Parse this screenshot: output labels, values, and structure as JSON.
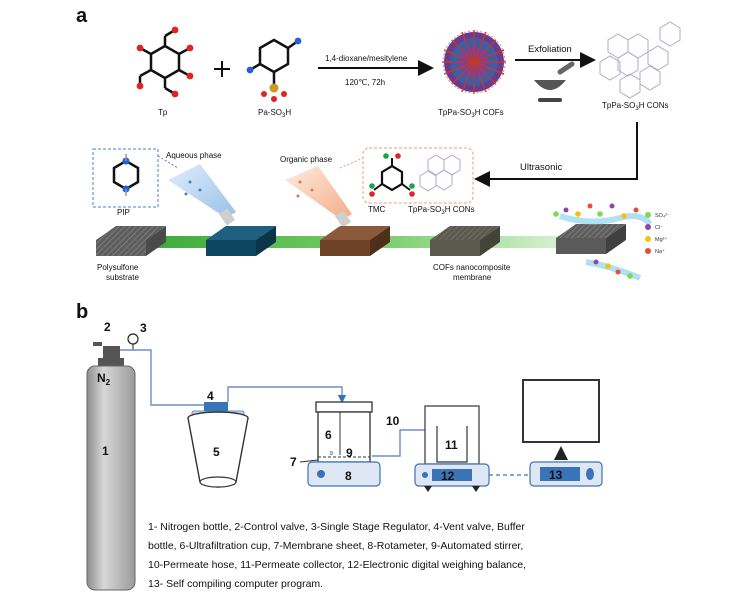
{
  "panels": {
    "a": "a",
    "b": "b"
  },
  "synthesis": {
    "tp": "Tp",
    "pa": "Pa-SO",
    "pa_sub": "3",
    "pa_tail": "H",
    "reaction_conditions_top": "1,4-dioxane/mesitylene",
    "reaction_conditions_bottom": "120℃, 72h",
    "cof": "TpPa-SO",
    "cof_sub": "3",
    "cof_tail": "H COFs",
    "exfoliation": "Exfoliation",
    "cons": "TpPa-SO",
    "cons_sub": "3",
    "cons_tail": "H CONs",
    "ultrasonic": "Ultrasonic"
  },
  "membrane_fabrication": {
    "aqueous_phase": "Aqueous phase",
    "organic_phase": "Organic phase",
    "pip": "PIP",
    "tmc": "TMC",
    "tmc_cons": "TpPa-SO",
    "tmc_cons_sub": "3",
    "tmc_cons_tail": "H CONs",
    "substrate_line1": "Polysulfone",
    "substrate_line2": "substrate",
    "membrane_line1": "COFs nanocomposite",
    "membrane_line2": "membrane",
    "ions": [
      "SO₄²⁻",
      "Cl⁻",
      "Mg²⁺",
      "Na⁺"
    ],
    "ion_colors": [
      "#7ed957",
      "#8e44ad",
      "#f4c20d",
      "#e74c3c"
    ]
  },
  "apparatus": {
    "numbers": [
      "1",
      "2",
      "3",
      "4",
      "5",
      "6",
      "7",
      "8",
      "9",
      "10",
      "11",
      "12",
      "13"
    ],
    "n2": "N",
    "n2_sub": "2",
    "stirrer_tag": "9"
  },
  "caption_lines": [
    "1- Nitrogen bottle, 2-Control valve, 3-Single Stage Regulator, 4-Vent valve, Buffer",
    "bottle, 6-Ultrafiltration cup, 7-Membrane sheet, 8-Rotameter, 9-Automated stirrer,",
    "10-Permeate hose, 11-Permeate collector, 12-Electronic digital weighing balance,",
    "13- Self compiling computer program."
  ]
}
